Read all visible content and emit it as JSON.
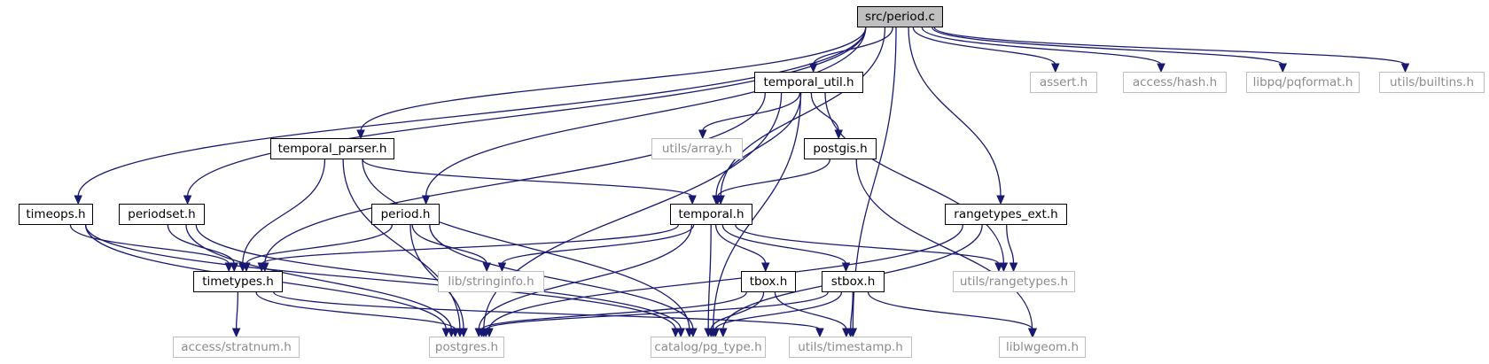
{
  "graph": {
    "root": "src/period.c",
    "nodes": [
      {
        "id": "period_c",
        "label": "src/period.c",
        "kind": "root"
      },
      {
        "id": "temporal_util_h",
        "label": "temporal_util.h",
        "kind": "local"
      },
      {
        "id": "assert_h",
        "label": "assert.h",
        "kind": "external"
      },
      {
        "id": "access_hash_h",
        "label": "access/hash.h",
        "kind": "external"
      },
      {
        "id": "libpq_pqformat_h",
        "label": "libpq/pqformat.h",
        "kind": "external"
      },
      {
        "id": "utils_builtins_h",
        "label": "utils/builtins.h",
        "kind": "external"
      },
      {
        "id": "temporal_parser_h",
        "label": "temporal_parser.h",
        "kind": "local"
      },
      {
        "id": "utils_array_h",
        "label": "utils/array.h",
        "kind": "external"
      },
      {
        "id": "postgis_h",
        "label": "postgis.h",
        "kind": "local"
      },
      {
        "id": "timeops_h",
        "label": "timeops.h",
        "kind": "local"
      },
      {
        "id": "periodset_h",
        "label": "periodset.h",
        "kind": "local"
      },
      {
        "id": "period_h",
        "label": "period.h",
        "kind": "local"
      },
      {
        "id": "temporal_h",
        "label": "temporal.h",
        "kind": "local"
      },
      {
        "id": "rangetypes_ext_h",
        "label": "rangetypes_ext.h",
        "kind": "local"
      },
      {
        "id": "timetypes_h",
        "label": "timetypes.h",
        "kind": "local"
      },
      {
        "id": "lib_stringinfo_h",
        "label": "lib/stringinfo.h",
        "kind": "external"
      },
      {
        "id": "tbox_h",
        "label": "tbox.h",
        "kind": "local"
      },
      {
        "id": "stbox_h",
        "label": "stbox.h",
        "kind": "local"
      },
      {
        "id": "utils_rangetypes_h",
        "label": "utils/rangetypes.h",
        "kind": "external"
      },
      {
        "id": "access_stratnum_h",
        "label": "access/stratnum.h",
        "kind": "external"
      },
      {
        "id": "postgres_h",
        "label": "postgres.h",
        "kind": "external"
      },
      {
        "id": "catalog_pg_type_h",
        "label": "catalog/pg_type.h",
        "kind": "external"
      },
      {
        "id": "utils_timestamp_h",
        "label": "utils/timestamp.h",
        "kind": "external"
      },
      {
        "id": "liblwgeom_h",
        "label": "liblwgeom.h",
        "kind": "external"
      }
    ],
    "edges": [
      [
        "period_c",
        "temporal_util_h"
      ],
      [
        "period_c",
        "assert_h"
      ],
      [
        "period_c",
        "access_hash_h"
      ],
      [
        "period_c",
        "libpq_pqformat_h"
      ],
      [
        "period_c",
        "utils_builtins_h"
      ],
      [
        "period_c",
        "temporal_parser_h"
      ],
      [
        "period_c",
        "timeops_h"
      ],
      [
        "period_c",
        "periodset_h"
      ],
      [
        "period_c",
        "period_h"
      ],
      [
        "period_c",
        "temporal_h"
      ],
      [
        "period_c",
        "rangetypes_ext_h"
      ],
      [
        "period_c",
        "utils_timestamp_h"
      ],
      [
        "temporal_util_h",
        "utils_array_h"
      ],
      [
        "temporal_util_h",
        "postgis_h"
      ],
      [
        "temporal_util_h",
        "temporal_h"
      ],
      [
        "temporal_util_h",
        "timetypes_h"
      ],
      [
        "temporal_util_h",
        "postgres_h"
      ],
      [
        "temporal_util_h",
        "catalog_pg_type_h"
      ],
      [
        "temporal_util_h",
        "utils_rangetypes_h"
      ],
      [
        "temporal_parser_h",
        "temporal_h"
      ],
      [
        "temporal_parser_h",
        "timetypes_h"
      ],
      [
        "temporal_parser_h",
        "postgres_h"
      ],
      [
        "temporal_parser_h",
        "catalog_pg_type_h"
      ],
      [
        "postgis_h",
        "temporal_h"
      ],
      [
        "postgis_h",
        "liblwgeom_h"
      ],
      [
        "timeops_h",
        "timetypes_h"
      ],
      [
        "timeops_h",
        "postgres_h"
      ],
      [
        "timeops_h",
        "catalog_pg_type_h"
      ],
      [
        "periodset_h",
        "timetypes_h"
      ],
      [
        "periodset_h",
        "postgres_h"
      ],
      [
        "periodset_h",
        "catalog_pg_type_h"
      ],
      [
        "period_h",
        "timetypes_h"
      ],
      [
        "period_h",
        "lib_stringinfo_h"
      ],
      [
        "period_h",
        "postgres_h"
      ],
      [
        "period_h",
        "catalog_pg_type_h"
      ],
      [
        "temporal_h",
        "timetypes_h"
      ],
      [
        "temporal_h",
        "lib_stringinfo_h"
      ],
      [
        "temporal_h",
        "tbox_h"
      ],
      [
        "temporal_h",
        "stbox_h"
      ],
      [
        "temporal_h",
        "utils_rangetypes_h"
      ],
      [
        "temporal_h",
        "postgres_h"
      ],
      [
        "temporal_h",
        "catalog_pg_type_h"
      ],
      [
        "rangetypes_ext_h",
        "utils_rangetypes_h"
      ],
      [
        "rangetypes_ext_h",
        "postgres_h"
      ],
      [
        "rangetypes_ext_h",
        "catalog_pg_type_h"
      ],
      [
        "timetypes_h",
        "access_stratnum_h"
      ],
      [
        "timetypes_h",
        "postgres_h"
      ],
      [
        "timetypes_h",
        "utils_timestamp_h"
      ],
      [
        "tbox_h",
        "postgres_h"
      ],
      [
        "tbox_h",
        "catalog_pg_type_h"
      ],
      [
        "tbox_h",
        "utils_timestamp_h"
      ],
      [
        "stbox_h",
        "postgres_h"
      ],
      [
        "stbox_h",
        "catalog_pg_type_h"
      ],
      [
        "stbox_h",
        "utils_timestamp_h"
      ],
      [
        "stbox_h",
        "liblwgeom_h"
      ]
    ]
  },
  "colors": {
    "edge": "#191970",
    "root_fill": "#bfbfbf",
    "local_border": "#000000",
    "external_border": "#c0c0c0",
    "external_text": "#8c8c8c"
  }
}
